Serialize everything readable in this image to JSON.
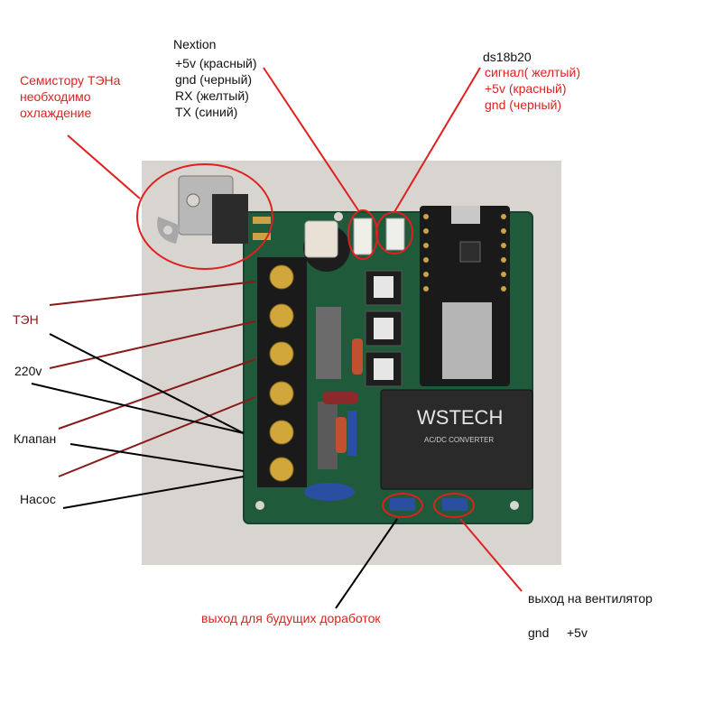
{
  "labels": {
    "semistor": [
      "Семистору ТЭНа",
      "необходимо",
      "охлаждение"
    ],
    "nextion_title": "Nextion",
    "nextion_pins": [
      "+5v (красный)",
      "gnd (черный)",
      "RX (желтый)",
      "TX  (синий)"
    ],
    "ds18b20_title": "ds18b20",
    "ds18b20_pins": [
      "сигнал( желтый)",
      "+5v (красный)",
      "gnd (черный)"
    ],
    "ten": "ТЭН",
    "v220": "220v",
    "klapan": "Клапан",
    "nasos": "Насос",
    "future": "выход для будущих доработок",
    "fan_title": "выход на вентилятор",
    "fan_gnd": "gnd",
    "fan_5v": "+5v",
    "converter_brand": "WSTECH",
    "converter_sub": "AC/DC CONVERTER"
  },
  "colors": {
    "red_line": "#e02020",
    "dark_red_line": "#8a1a1a",
    "black_line": "#000000",
    "pcb": "#1f5a3a",
    "converter": "#2a2a2a"
  }
}
